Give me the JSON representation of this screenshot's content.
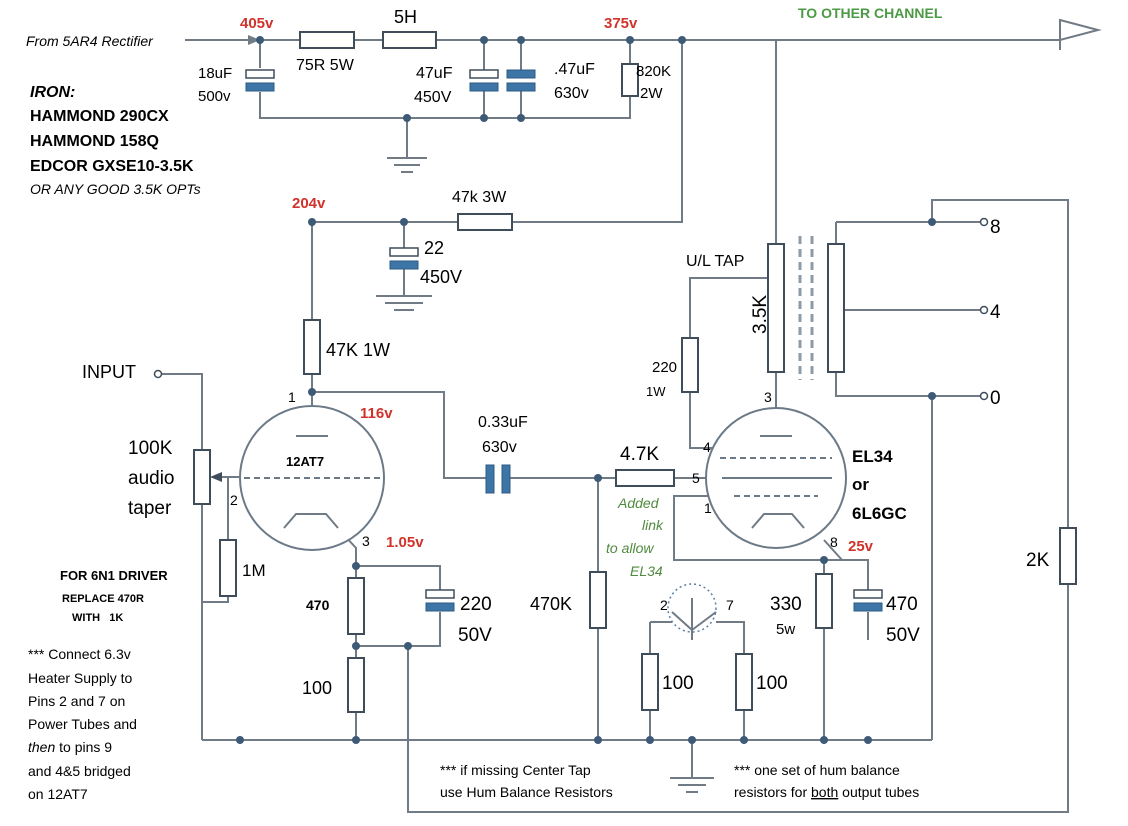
{
  "supply": {
    "source": "From 5AR4 Rectifier",
    "v_rect": "405v",
    "v_b_plus": "375v",
    "other_channel": "TO OTHER CHANNEL",
    "r_75": "75R 5W",
    "choke": "5H",
    "c18_val": "18uF",
    "c18_volt": "500v",
    "c47_val": "47uF",
    "c47_volt": "450V",
    "c047_val": ".47uF",
    "c047_volt": "630v",
    "r820_val": "820K",
    "r820_watt": "2W"
  },
  "iron": {
    "title": "IRON:",
    "items": [
      "HAMMOND 290CX",
      "HAMMOND 158Q",
      "EDCOR GXSE10-3.5K"
    ],
    "note": "OR ANY GOOD 3.5K OPTs"
  },
  "driver_supply": {
    "v_node": "204v",
    "r_drop": "47k 3W",
    "c22_val": "22",
    "c22_volt": "450V",
    "r_plate": "47K 1W"
  },
  "input": {
    "label": "INPUT",
    "pot_l1": "100K",
    "pot_l2": "audio",
    "pot_l3": "taper",
    "r_grid": "1M"
  },
  "driver": {
    "tube": "12AT7",
    "pin_plate": "1",
    "pin_grid": "2",
    "pin_cath": "3",
    "v_plate": "116v",
    "v_cath": "1.05v",
    "r_cath1": "470",
    "r_cath2": "100",
    "c_cath_val": "220",
    "c_cath_volt": "50V"
  },
  "note_6n1": [
    "FOR 6N1 DRIVER",
    "REPLACE 470R",
    "WITH   1K"
  ],
  "coupling": {
    "cap_val": "0.33uF",
    "cap_volt": "630v",
    "r_stopper": "4.7K",
    "r_leak": "470K",
    "link_note": [
      "Added",
      "link",
      "to allow",
      "EL34"
    ]
  },
  "output": {
    "tube_l1": "EL34",
    "tube_l2": "or",
    "tube_l3": "6L6GC",
    "pin_plate": "3",
    "pin_screen": "4",
    "pin_grid": "5",
    "pin_g3": "1",
    "pin_cath": "8",
    "heater_a": "2",
    "heater_b": "7",
    "v_cath": "25v",
    "r_screen_val": "220",
    "r_screen_watt": "1W",
    "ul_tap": "U/L TAP",
    "opt": "3.5K",
    "r_cath_val": "330",
    "r_cath_watt": "5w",
    "c_cath_val": "470",
    "c_cath_volt": "50V",
    "hum_r1": "100",
    "hum_r2": "100",
    "tap8": "8",
    "tap4": "4",
    "tap0": "0",
    "r_fb": "2K"
  },
  "notes": {
    "heater": [
      "*** Connect 6.3v",
      "Heater Supply to",
      "Pins 2 and 7 on",
      "Power Tubes and",
      "then",
      " to pins 9",
      "and 4&5 bridged",
      "on 12AT7"
    ],
    "hum_l1": "*** if missing Center Tap",
    "hum_l2": "use Hum Balance Resistors",
    "set_l1": "*** one set of hum balance",
    "set_l2a": "resistors for ",
    "set_l2b": "both",
    "set_l2c": " output tubes"
  },
  "colors": {
    "voltage": "#d0332b",
    "channel": "#4c9a45",
    "cap_fill": "#3d76a6",
    "wire": "#707b86"
  }
}
